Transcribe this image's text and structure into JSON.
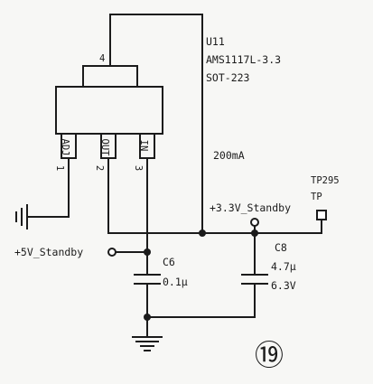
{
  "regulator": {
    "ref": "U11",
    "part": "AMS1117L-3.3",
    "package": "SOT-223",
    "tab_pin": "4",
    "pins": [
      {
        "number": "1",
        "name": "ADJ"
      },
      {
        "number": "2",
        "name": "OUT"
      },
      {
        "number": "3",
        "name": "IN"
      }
    ]
  },
  "current_note": "200mA",
  "nets": {
    "input": "+5V_Standby",
    "output": "+3.3V_Standby"
  },
  "test_point": {
    "ref": "TP295",
    "label": "TP"
  },
  "capacitors": [
    {
      "ref": "C6",
      "value": "0.1μ"
    },
    {
      "ref": "C8",
      "value": "4.7μ",
      "voltage": "6.3V"
    }
  ],
  "sheet_marker": "⑲"
}
